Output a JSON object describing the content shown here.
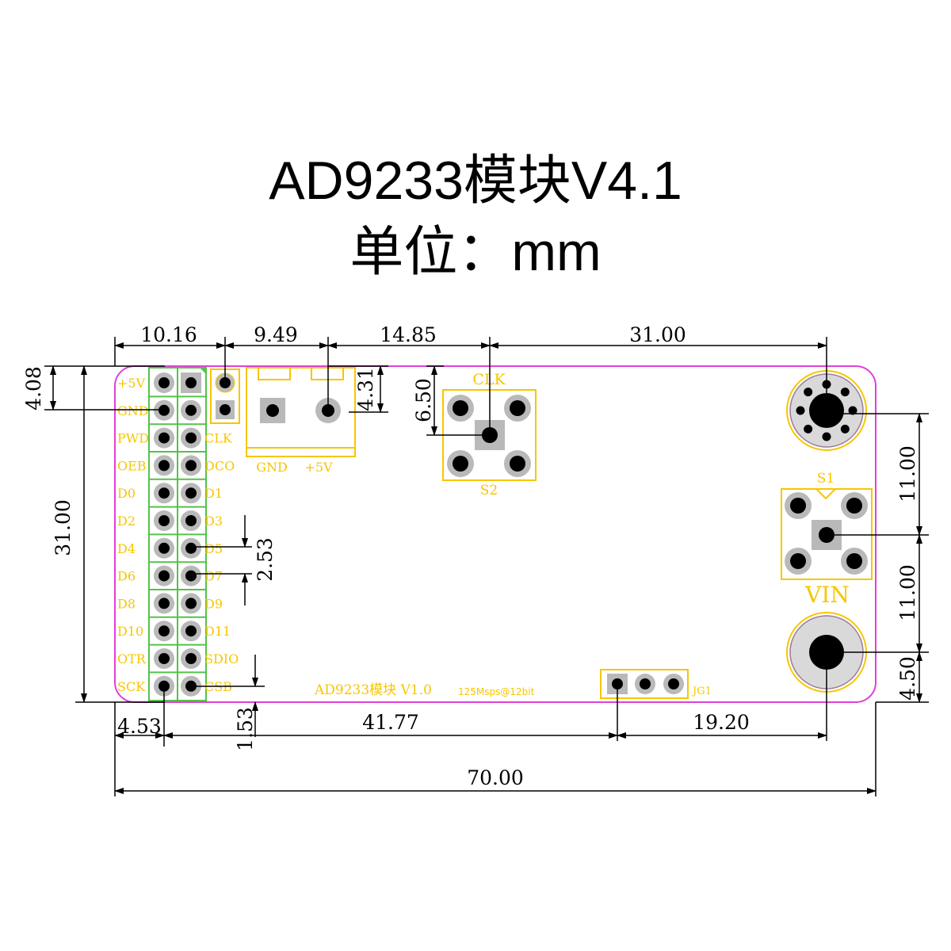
{
  "title": "AD9233模块V4.1",
  "subtitle": "单位：mm",
  "colors": {
    "board_outline": "#e040d8",
    "silkscreen": "#f7c600",
    "header_green": "#55c24a",
    "pad_gray": "#b9b9b9",
    "pad_black": "#000000",
    "dimension_line": "#000000"
  },
  "dimensions": {
    "top_1": "10.16",
    "top_2": "9.49",
    "top_3": "14.85",
    "top_4": "31.00",
    "left_small": "4.08",
    "left_big": "31.00",
    "power_height": "4.31",
    "clk_height": "6.50",
    "pin_pitch": "2.53",
    "bottom_pin_offset": "1.53",
    "right_1": "11.00",
    "right_2": "11.00",
    "right_3": "4.50",
    "bottom_1": "4.53",
    "bottom_2": "41.77",
    "bottom_3": "19.20",
    "total_width": "70.00"
  },
  "header_left_labels": [
    "+5V",
    "GND",
    "PWD",
    "OEB",
    "D0",
    "D2",
    "D4",
    "D6",
    "D8",
    "D10",
    "OTR",
    "SCK"
  ],
  "header_right_labels": [
    "",
    "",
    "CLK",
    "DCO",
    "D1",
    "D3",
    "D5",
    "D7",
    "D9",
    "D11",
    "SDIO",
    "CSB"
  ],
  "power_labels": {
    "gnd": "GND",
    "vcc": "+5V"
  },
  "clk_connector": {
    "top_label": "CLK",
    "bottom_label": "S2"
  },
  "vin_connector": {
    "top_label": "S1",
    "bottom_label": "VIN"
  },
  "board_text": {
    "name": "AD9233模块 V1.0",
    "spec": "125Msps@12bit",
    "jumper": "JG1"
  }
}
